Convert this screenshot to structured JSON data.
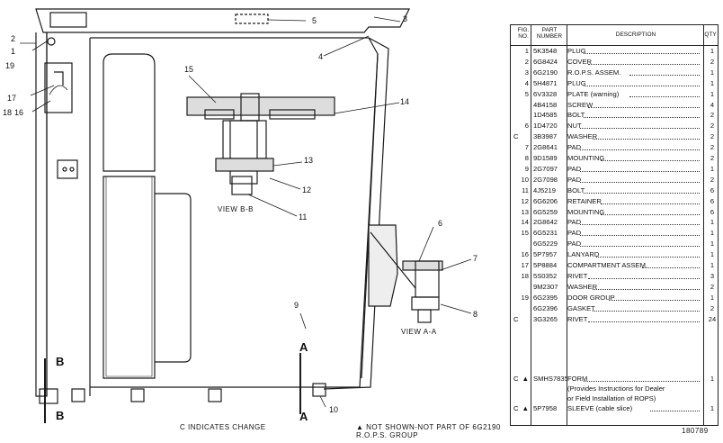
{
  "callouts": [
    "1",
    "2",
    "3",
    "4",
    "5",
    "6",
    "7",
    "8",
    "9",
    "10",
    "11",
    "12",
    "13",
    "14",
    "15",
    "16",
    "17",
    "18",
    "19"
  ],
  "view_b": "VIEW B-B",
  "view_a": "VIEW A-A",
  "section_a": "A",
  "section_b": "B",
  "footer": {
    "change_note": "C INDICATES CHANGE",
    "not_shown": "▲ NOT SHOWN-NOT PART OF 6G2190 R.O.P.S. GROUP",
    "figure_no": "180789"
  },
  "parts_table": {
    "headers": {
      "ref": "FIG. NO.",
      "part": "PART NUMBER",
      "desc": "DESCRIPTION",
      "qty": "QTY"
    },
    "rows": [
      {
        "c": "",
        "no": "1",
        "part": "5K3548",
        "desc": "PLUG",
        "qty": "1"
      },
      {
        "c": "",
        "no": "2",
        "part": "6G8424",
        "desc": "COVER",
        "qty": "2"
      },
      {
        "c": "",
        "no": "3",
        "part": "6G2190",
        "desc": "R.O.P.S. ASSEM.",
        "qty": "1"
      },
      {
        "c": "",
        "no": "4",
        "part": "5H4871",
        "desc": "PLUG",
        "qty": "1"
      },
      {
        "c": "",
        "no": "5",
        "part": "6V3328",
        "desc": "PLATE (warning)",
        "qty": "1"
      },
      {
        "c": "",
        "no": "",
        "part": "4B4158",
        "desc": "SCREW",
        "qty": "4"
      },
      {
        "c": "",
        "no": "",
        "part": "1D4585",
        "desc": "BOLT",
        "qty": "2"
      },
      {
        "c": "",
        "no": "6",
        "part": "1D4720",
        "desc": "NUT",
        "qty": "2"
      },
      {
        "c": "C",
        "no": "",
        "part": "3B3987",
        "desc": "WASHER",
        "qty": "2"
      },
      {
        "c": "",
        "no": "7",
        "part": "2G8641",
        "desc": "PAD",
        "qty": "2"
      },
      {
        "c": "",
        "no": "8",
        "part": "9D1589",
        "desc": "MOUNTING",
        "qty": "2"
      },
      {
        "c": "",
        "no": "9",
        "part": "2G7097",
        "desc": "PAD",
        "qty": "1"
      },
      {
        "c": "",
        "no": "10",
        "part": "2G7098",
        "desc": "PAD",
        "qty": "2"
      },
      {
        "c": "",
        "no": "11",
        "part": "4J5219",
        "desc": "BOLT",
        "qty": "6"
      },
      {
        "c": "",
        "no": "12",
        "part": "6G6206",
        "desc": "RETAINER",
        "qty": "6"
      },
      {
        "c": "",
        "no": "13",
        "part": "6G5259",
        "desc": "MOUNTING",
        "qty": "6"
      },
      {
        "c": "",
        "no": "14",
        "part": "2G8642",
        "desc": "PAD",
        "qty": "1"
      },
      {
        "c": "",
        "no": "15",
        "part": "6G5231",
        "desc": "PAD",
        "qty": "1"
      },
      {
        "c": "",
        "no": "",
        "part": "6G5229",
        "desc": "PAD",
        "qty": "1"
      },
      {
        "c": "",
        "no": "16",
        "part": "5P7957",
        "desc": "LANYARD",
        "qty": "1"
      },
      {
        "c": "",
        "no": "17",
        "part": "5P8884",
        "desc": "COMPARTMENT ASSEM.",
        "qty": "1"
      },
      {
        "c": "",
        "no": "18",
        "part": "5S0352",
        "desc": "RIVET",
        "qty": "3"
      },
      {
        "c": "",
        "no": "",
        "part": "9M2307",
        "desc": "WASHER",
        "qty": "2"
      },
      {
        "c": "",
        "no": "19",
        "part": "6G2395",
        "desc": "DOOR GROUP",
        "qty": "1"
      },
      {
        "c": "",
        "no": "",
        "part": "6G2396",
        "desc": "GASKET",
        "qty": "2"
      },
      {
        "c": "C",
        "no": "",
        "part": "3G3265",
        "desc": "RIVET",
        "qty": "24"
      }
    ],
    "extra": [
      {
        "c": "C",
        "no": "▲",
        "part": "SMHS7835",
        "desc": "FORM",
        "qty": "1"
      },
      {
        "desc": "(Provides Instructions for Dealer"
      },
      {
        "desc": "or Field Installation of ROPS)"
      },
      {
        "c": "C",
        "no": "▲",
        "part": "5P7958",
        "desc": "SLEEVE (cable slice)",
        "qty": "1"
      }
    ]
  }
}
